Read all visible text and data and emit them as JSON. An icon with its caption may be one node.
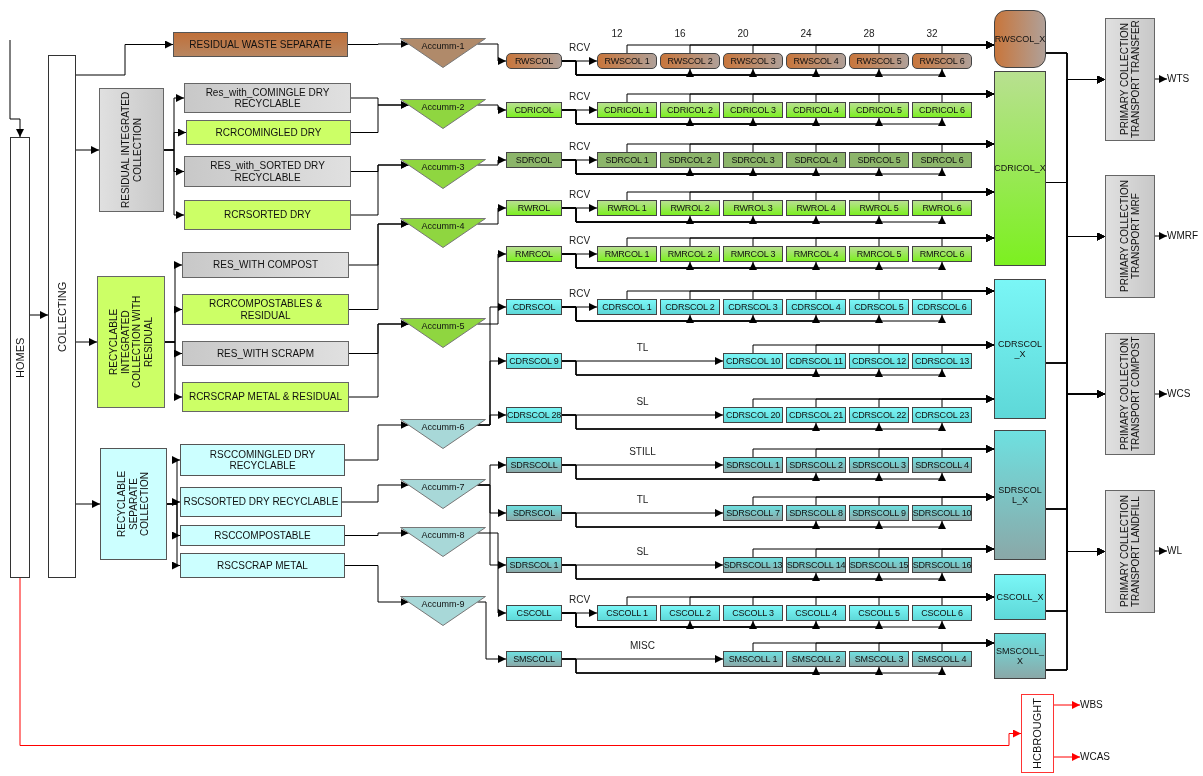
{
  "diagram": {
    "nodes": [
      {
        "text": [
          "HOMES"
        ]
      },
      {
        "text": [
          "COLLECTING"
        ]
      },
      {
        "text": [
          "RESIDUAL WASTE SEPARATE"
        ]
      },
      {
        "text": [
          "RESIDUAL INTEGRATED COLLECTION"
        ]
      },
      {
        "text": [
          "Res_with_COMINGLE DRY RECYCLABLE"
        ]
      },
      {
        "text": [
          "RCRCOMINGLED DRY"
        ]
      },
      {
        "text": [
          "RES_with_SORTED DRY RECYCLABLE"
        ]
      },
      {
        "text": [
          "RCRSORTED DRY"
        ]
      },
      {
        "text": [
          "RECYCLABLE INTEGRATED COLLECTION WITH RESIDUAL"
        ]
      },
      {
        "text": [
          "RES_WITH COMPOST"
        ]
      },
      {
        "text": [
          "RCRCOMPOSTABLES & RESIDUAL"
        ]
      },
      {
        "text": [
          "RES_WITH SCRAPM"
        ]
      },
      {
        "text": [
          "RCRSCRAP METAL & RESIDUAL"
        ]
      },
      {
        "text": [
          "RECYCLABLE SEPARATE COLLECTION"
        ]
      },
      {
        "text": [
          "RSCCOMINGLED DRY RECYCLABLE"
        ]
      },
      {
        "text": [
          "RSCSORTED DRY RECYCLABLE"
        ]
      },
      {
        "text": [
          "RSCCOMPOSTABLE"
        ]
      },
      {
        "text": [
          "RSCSCRAP METAL"
        ]
      },
      {
        "text": [
          "Accumm-1"
        ]
      },
      {
        "text": [
          "Accumm-2"
        ]
      },
      {
        "text": [
          "Accumm-3"
        ]
      },
      {
        "text": [
          "Accumm-4"
        ]
      },
      {
        "text": [
          "Accumm-5"
        ]
      },
      {
        "text": [
          "Accumm-6"
        ]
      },
      {
        "text": [
          "Accumm-7"
        ]
      },
      {
        "text": [
          "Accumm-8"
        ]
      },
      {
        "text": [
          "Accumm-9"
        ]
      },
      {
        "text": [
          "RWSCOL"
        ]
      },
      {
        "text": [
          "RWSCOL 1"
        ]
      },
      {
        "text": [
          "RWSCOL 2"
        ]
      },
      {
        "text": [
          "RWSCOL 3"
        ]
      },
      {
        "text": [
          "RWSCOL 4"
        ]
      },
      {
        "text": [
          "RWSCOL 5"
        ]
      },
      {
        "text": [
          "RWSCOL 6"
        ]
      },
      {
        "text": [
          "CDRICOL"
        ]
      },
      {
        "text": [
          "CDRICOL 1"
        ]
      },
      {
        "text": [
          "CDRICOL 2"
        ]
      },
      {
        "text": [
          "CDRICOL 3"
        ]
      },
      {
        "text": [
          "CDRICOL 4"
        ]
      },
      {
        "text": [
          "CDRICOL 5"
        ]
      },
      {
        "text": [
          "CDRICOL 6"
        ]
      },
      {
        "text": [
          "SDRCOL"
        ]
      },
      {
        "text": [
          "SDRCOL 1"
        ]
      },
      {
        "text": [
          "SDRCOL 2"
        ]
      },
      {
        "text": [
          "SDRCOL 3"
        ]
      },
      {
        "text": [
          "SDRCOL 4"
        ]
      },
      {
        "text": [
          "SDRCOL 5"
        ]
      },
      {
        "text": [
          "SDRCOL 6"
        ]
      },
      {
        "text": [
          "RWROL"
        ]
      },
      {
        "text": [
          "RWROL 1"
        ]
      },
      {
        "text": [
          "RWROL 2"
        ]
      },
      {
        "text": [
          "RWROL 3"
        ]
      },
      {
        "text": [
          "RWROL 4"
        ]
      },
      {
        "text": [
          "RWROL 5"
        ]
      },
      {
        "text": [
          "RWROL 6"
        ]
      },
      {
        "text": [
          "RMRCOL"
        ]
      },
      {
        "text": [
          "RMRCOL 1"
        ]
      },
      {
        "text": [
          "RMRCOL 2"
        ]
      },
      {
        "text": [
          "RMRCOL 3"
        ]
      },
      {
        "text": [
          "RMRCOL 4"
        ]
      },
      {
        "text": [
          "RMRCOL 5"
        ]
      },
      {
        "text": [
          "RMRCOL 6"
        ]
      },
      {
        "text": [
          "CDRSCOL"
        ]
      },
      {
        "text": [
          "CDRSCOL 1"
        ]
      },
      {
        "text": [
          "CDRSCOL 2"
        ]
      },
      {
        "text": [
          "CDRSCOL 3"
        ]
      },
      {
        "text": [
          "CDRSCOL 4"
        ]
      },
      {
        "text": [
          "CDRSCOL 5"
        ]
      },
      {
        "text": [
          "CDRSCOL 6"
        ]
      },
      {
        "text": [
          "CDRSCOL 9"
        ]
      },
      {
        "text": [
          "CDRSCOL 10"
        ]
      },
      {
        "text": [
          "CDRSCOL 11"
        ]
      },
      {
        "text": [
          "CDRSCOL 12"
        ]
      },
      {
        "text": [
          "CDRSCOL 13"
        ]
      },
      {
        "text": [
          "CDRSCOL 28"
        ]
      },
      {
        "text": [
          "CDRSCOL 20"
        ]
      },
      {
        "text": [
          "CDRSCOL 21"
        ]
      },
      {
        "text": [
          "CDRSCOL 22"
        ]
      },
      {
        "text": [
          "CDRSCOL 23"
        ]
      },
      {
        "text": [
          "SDRSCOLL"
        ]
      },
      {
        "text": [
          "SDRSCOLL 1"
        ]
      },
      {
        "text": [
          "SDRSCOLL 2"
        ]
      },
      {
        "text": [
          "SDRSCOLL 3"
        ]
      },
      {
        "text": [
          "SDRSCOLL 4"
        ]
      },
      {
        "text": [
          "SDRSCOL"
        ]
      },
      {
        "text": [
          "SDRSCOLL 7"
        ]
      },
      {
        "text": [
          "SDRSCOLL 8"
        ]
      },
      {
        "text": [
          "SDRSCOLL 9"
        ]
      },
      {
        "text": [
          "SDRSCOLL 10"
        ]
      },
      {
        "text": [
          "SDRSCOL 1"
        ]
      },
      {
        "text": [
          "SDRSCOLL 13"
        ]
      },
      {
        "text": [
          "SDRSCOLL 14"
        ]
      },
      {
        "text": [
          "SDRSCOLL 15"
        ]
      },
      {
        "text": [
          "SDRSCOLL 16"
        ]
      },
      {
        "text": [
          "CSCOLL"
        ]
      },
      {
        "text": [
          "CSCOLL 1"
        ]
      },
      {
        "text": [
          "CSCOLL 2"
        ]
      },
      {
        "text": [
          "CSCOLL 3"
        ]
      },
      {
        "text": [
          "CSCOLL 4"
        ]
      },
      {
        "text": [
          "CSCOLL 5"
        ]
      },
      {
        "text": [
          "CSCOLL 6"
        ]
      },
      {
        "text": [
          "SMSCOLL"
        ]
      },
      {
        "text": [
          "SMSCOLL 1"
        ]
      },
      {
        "text": [
          "SMSCOLL 2"
        ]
      },
      {
        "text": [
          "SMSCOLL 3"
        ]
      },
      {
        "text": [
          "SMSCOLL 4"
        ]
      },
      {
        "text": [
          "RWSCOL_X"
        ]
      },
      {
        "text": [
          "CDRICOL_X"
        ]
      },
      {
        "text": [
          "CDRSCOL _X"
        ]
      },
      {
        "text": [
          "SDRSCOL L_X"
        ]
      },
      {
        "text": [
          "CSCOLL_X"
        ]
      },
      {
        "text": [
          "SMSCOLL_ X"
        ]
      },
      {
        "text": [
          "PRIMARY COLLECTION TRANSPORT TRANSFER"
        ]
      },
      {
        "text": [
          "PRIMARY COLLECTION TRANSPORT MRF"
        ]
      },
      {
        "text": [
          "PRIMARY COLLECTION TRANSPORT COMPOST"
        ]
      },
      {
        "text": [
          "PRIMARY COLLECTION TRANSPORT LANDFILL"
        ]
      },
      {
        "text": [
          "WTS"
        ]
      },
      {
        "text": [
          "WMRF"
        ]
      },
      {
        "text": [
          "WCS"
        ]
      },
      {
        "text": [
          "WL"
        ]
      },
      {
        "text": [
          "HCBROUGHT"
        ]
      },
      {
        "text": [
          "WBS"
        ]
      },
      {
        "text": [
          "WCAS"
        ]
      }
    ],
    "edges": [
      {
        "from": null,
        "to": 0,
        "arrow": "to"
      },
      {
        "from": 0,
        "to": 1,
        "arrow": "to"
      },
      {
        "from": 1,
        "to": 2,
        "arrow": "to"
      },
      {
        "from": 1,
        "to": 3,
        "arrow": "to"
      },
      {
        "from": 1,
        "to": 8,
        "arrow": "to"
      },
      {
        "from": 1,
        "to": 13,
        "arrow": "to"
      },
      {
        "from": 3,
        "to": 4,
        "arrow": "to"
      },
      {
        "from": 3,
        "to": 5,
        "arrow": "to"
      },
      {
        "from": 3,
        "to": 6,
        "arrow": "to"
      },
      {
        "from": 3,
        "to": 7,
        "arrow": "to"
      },
      {
        "from": 8,
        "to": 9,
        "arrow": "to"
      },
      {
        "from": 8,
        "to": 10,
        "arrow": "to"
      },
      {
        "from": 8,
        "to": 11,
        "arrow": "to"
      },
      {
        "from": 8,
        "to": 12,
        "arrow": "to"
      },
      {
        "from": 13,
        "to": 14,
        "arrow": "to"
      },
      {
        "from": 13,
        "to": 15,
        "arrow": "to"
      },
      {
        "from": 13,
        "to": 16,
        "arrow": "to"
      },
      {
        "from": 13,
        "to": 17,
        "arrow": "to"
      },
      {
        "from": 2,
        "to": 18,
        "arrow": "to"
      },
      {
        "from": 4,
        "to": 19,
        "arrow": "to"
      },
      {
        "from": 5,
        "to": 19,
        "arrow": "to"
      },
      {
        "from": 6,
        "to": 20,
        "arrow": "to"
      },
      {
        "from": 7,
        "to": 20,
        "arrow": "to"
      },
      {
        "from": 9,
        "to": 21,
        "arrow": "to"
      },
      {
        "from": 10,
        "to": 21,
        "arrow": "to"
      },
      {
        "from": 11,
        "to": 22,
        "arrow": "to"
      },
      {
        "from": 12,
        "to": 22,
        "arrow": "to"
      },
      {
        "from": 14,
        "to": 23,
        "arrow": "to"
      },
      {
        "from": 15,
        "to": 24,
        "arrow": "to"
      },
      {
        "from": 16,
        "to": 25,
        "arrow": "to"
      },
      {
        "from": 17,
        "to": 26,
        "arrow": "to"
      },
      {
        "from": 18,
        "to": 27,
        "arrow": "to"
      },
      {
        "from": 19,
        "to": 34,
        "arrow": "to"
      },
      {
        "from": 20,
        "to": 41,
        "arrow": "to"
      },
      {
        "from": 21,
        "to": 48,
        "arrow": "to"
      },
      {
        "from": 22,
        "to": 55,
        "arrow": "to"
      },
      {
        "from": 23,
        "to": 62,
        "arrow": "to"
      },
      {
        "from": 23,
        "to": 69,
        "arrow": "to"
      },
      {
        "from": 23,
        "to": 74,
        "arrow": "to"
      },
      {
        "from": 24,
        "to": 79,
        "arrow": "to"
      },
      {
        "from": 24,
        "to": 84,
        "arrow": "to"
      },
      {
        "from": 24,
        "to": 89,
        "arrow": "to"
      },
      {
        "from": 25,
        "to": 94,
        "arrow": "to"
      },
      {
        "from": 26,
        "to": 101,
        "arrow": "to"
      },
      {
        "from": 27,
        "to": 28,
        "arrow": "to",
        "label": "RCV"
      },
      {
        "from": 27,
        "to": 29,
        "arrow": "to"
      },
      {
        "from": 27,
        "to": 30,
        "arrow": "to"
      },
      {
        "from": 27,
        "to": 31,
        "arrow": "to"
      },
      {
        "from": 27,
        "to": 32,
        "arrow": "to"
      },
      {
        "from": 27,
        "to": 33,
        "arrow": "to"
      },
      {
        "from": 28,
        "to": 106,
        "arrow": "to",
        "label": "12"
      },
      {
        "from": 29,
        "to": 106,
        "arrow": "to",
        "label": "16"
      },
      {
        "from": 30,
        "to": 106,
        "arrow": "to",
        "label": "20"
      },
      {
        "from": 31,
        "to": 106,
        "arrow": "to",
        "label": "24"
      },
      {
        "from": 32,
        "to": 106,
        "arrow": "to",
        "label": "28"
      },
      {
        "from": 33,
        "to": 106,
        "arrow": "to",
        "label": "32"
      },
      {
        "from": 34,
        "to": 35,
        "arrow": "to",
        "label": "RCV"
      },
      {
        "from": 34,
        "to": 36,
        "arrow": "to"
      },
      {
        "from": 34,
        "to": 37,
        "arrow": "to"
      },
      {
        "from": 34,
        "to": 38,
        "arrow": "to"
      },
      {
        "from": 34,
        "to": 39,
        "arrow": "to"
      },
      {
        "from": 34,
        "to": 40,
        "arrow": "to"
      },
      {
        "from": 35,
        "to": 107,
        "arrow": "to"
      },
      {
        "from": 36,
        "to": 107,
        "arrow": "to"
      },
      {
        "from": 37,
        "to": 107,
        "arrow": "to"
      },
      {
        "from": 38,
        "to": 107,
        "arrow": "to"
      },
      {
        "from": 39,
        "to": 107,
        "arrow": "to"
      },
      {
        "from": 40,
        "to": 107,
        "arrow": "to"
      },
      {
        "from": 41,
        "to": 42,
        "arrow": "to",
        "label": "RCV"
      },
      {
        "from": 41,
        "to": 43,
        "arrow": "to"
      },
      {
        "from": 41,
        "to": 44,
        "arrow": "to"
      },
      {
        "from": 41,
        "to": 45,
        "arrow": "to"
      },
      {
        "from": 41,
        "to": 46,
        "arrow": "to"
      },
      {
        "from": 41,
        "to": 47,
        "arrow": "to"
      },
      {
        "from": 42,
        "to": 107,
        "arrow": "to"
      },
      {
        "from": 43,
        "to": 107,
        "arrow": "to"
      },
      {
        "from": 44,
        "to": 107,
        "arrow": "to"
      },
      {
        "from": 45,
        "to": 107,
        "arrow": "to"
      },
      {
        "from": 46,
        "to": 107,
        "arrow": "to"
      },
      {
        "from": 47,
        "to": 107,
        "arrow": "to"
      },
      {
        "from": 48,
        "to": 49,
        "arrow": "to",
        "label": "RCV"
      },
      {
        "from": 48,
        "to": 50,
        "arrow": "to"
      },
      {
        "from": 48,
        "to": 51,
        "arrow": "to"
      },
      {
        "from": 48,
        "to": 52,
        "arrow": "to"
      },
      {
        "from": 48,
        "to": 53,
        "arrow": "to"
      },
      {
        "from": 48,
        "to": 54,
        "arrow": "to"
      },
      {
        "from": 49,
        "to": 107,
        "arrow": "to"
      },
      {
        "from": 50,
        "to": 107,
        "arrow": "to"
      },
      {
        "from": 51,
        "to": 107,
        "arrow": "to"
      },
      {
        "from": 52,
        "to": 107,
        "arrow": "to"
      },
      {
        "from": 53,
        "to": 107,
        "arrow": "to"
      },
      {
        "from": 54,
        "to": 107,
        "arrow": "to"
      },
      {
        "from": 55,
        "to": 56,
        "arrow": "to",
        "label": "RCV"
      },
      {
        "from": 55,
        "to": 57,
        "arrow": "to"
      },
      {
        "from": 55,
        "to": 58,
        "arrow": "to"
      },
      {
        "from": 55,
        "to": 59,
        "arrow": "to"
      },
      {
        "from": 55,
        "to": 60,
        "arrow": "to"
      },
      {
        "from": 55,
        "to": 61,
        "arrow": "to"
      },
      {
        "from": 56,
        "to": 107,
        "arrow": "to"
      },
      {
        "from": 57,
        "to": 107,
        "arrow": "to"
      },
      {
        "from": 58,
        "to": 107,
        "arrow": "to"
      },
      {
        "from": 59,
        "to": 107,
        "arrow": "to"
      },
      {
        "from": 60,
        "to": 107,
        "arrow": "to"
      },
      {
        "from": 61,
        "to": 107,
        "arrow": "to"
      },
      {
        "from": 62,
        "to": 63,
        "arrow": "to",
        "label": "RCV"
      },
      {
        "from": 62,
        "to": 64,
        "arrow": "to"
      },
      {
        "from": 62,
        "to": 65,
        "arrow": "to"
      },
      {
        "from": 62,
        "to": 66,
        "arrow": "to"
      },
      {
        "from": 62,
        "to": 67,
        "arrow": "to"
      },
      {
        "from": 62,
        "to": 68,
        "arrow": "to"
      },
      {
        "from": 63,
        "to": 108,
        "arrow": "to"
      },
      {
        "from": 64,
        "to": 108,
        "arrow": "to"
      },
      {
        "from": 65,
        "to": 108,
        "arrow": "to"
      },
      {
        "from": 66,
        "to": 108,
        "arrow": "to"
      },
      {
        "from": 67,
        "to": 108,
        "arrow": "to"
      },
      {
        "from": 68,
        "to": 108,
        "arrow": "to"
      },
      {
        "from": 69,
        "to": 70,
        "arrow": "to",
        "label": "TL"
      },
      {
        "from": 69,
        "to": 71,
        "arrow": "to"
      },
      {
        "from": 69,
        "to": 72,
        "arrow": "to"
      },
      {
        "from": 69,
        "to": 73,
        "arrow": "to"
      },
      {
        "from": 70,
        "to": 108,
        "arrow": "to"
      },
      {
        "from": 71,
        "to": 108,
        "arrow": "to"
      },
      {
        "from": 72,
        "to": 108,
        "arrow": "to"
      },
      {
        "from": 73,
        "to": 108,
        "arrow": "to"
      },
      {
        "from": 74,
        "to": 75,
        "arrow": "to",
        "label": "SL"
      },
      {
        "from": 74,
        "to": 76,
        "arrow": "to"
      },
      {
        "from": 74,
        "to": 77,
        "arrow": "to"
      },
      {
        "from": 74,
        "to": 78,
        "arrow": "to"
      },
      {
        "from": 75,
        "to": 108,
        "arrow": "to"
      },
      {
        "from": 76,
        "to": 108,
        "arrow": "to"
      },
      {
        "from": 77,
        "to": 108,
        "arrow": "to"
      },
      {
        "from": 78,
        "to": 108,
        "arrow": "to"
      },
      {
        "from": 79,
        "to": 80,
        "arrow": "to",
        "label": "STILL"
      },
      {
        "from": 79,
        "to": 81,
        "arrow": "to"
      },
      {
        "from": 79,
        "to": 82,
        "arrow": "to"
      },
      {
        "from": 79,
        "to": 83,
        "arrow": "to"
      },
      {
        "from": 80,
        "to": 109,
        "arrow": "to"
      },
      {
        "from": 81,
        "to": 109,
        "arrow": "to"
      },
      {
        "from": 82,
        "to": 109,
        "arrow": "to"
      },
      {
        "from": 83,
        "to": 109,
        "arrow": "to"
      },
      {
        "from": 84,
        "to": 85,
        "arrow": "to",
        "label": "TL"
      },
      {
        "from": 84,
        "to": 86,
        "arrow": "to"
      },
      {
        "from": 84,
        "to": 87,
        "arrow": "to"
      },
      {
        "from": 84,
        "to": 88,
        "arrow": "to"
      },
      {
        "from": 85,
        "to": 109,
        "arrow": "to"
      },
      {
        "from": 86,
        "to": 109,
        "arrow": "to"
      },
      {
        "from": 87,
        "to": 109,
        "arrow": "to"
      },
      {
        "from": 88,
        "to": 109,
        "arrow": "to"
      },
      {
        "from": 89,
        "to": 90,
        "arrow": "to",
        "label": "SL"
      },
      {
        "from": 89,
        "to": 91,
        "arrow": "to"
      },
      {
        "from": 89,
        "to": 92,
        "arrow": "to"
      },
      {
        "from": 89,
        "to": 93,
        "arrow": "to"
      },
      {
        "from": 90,
        "to": 109,
        "arrow": "to"
      },
      {
        "from": 91,
        "to": 109,
        "arrow": "to"
      },
      {
        "from": 92,
        "to": 109,
        "arrow": "to"
      },
      {
        "from": 93,
        "to": 109,
        "arrow": "to"
      },
      {
        "from": 94,
        "to": 95,
        "arrow": "to",
        "label": "RCV"
      },
      {
        "from": 94,
        "to": 96,
        "arrow": "to"
      },
      {
        "from": 94,
        "to": 97,
        "arrow": "to"
      },
      {
        "from": 94,
        "to": 98,
        "arrow": "to"
      },
      {
        "from": 94,
        "to": 99,
        "arrow": "to"
      },
      {
        "from": 94,
        "to": 100,
        "arrow": "to"
      },
      {
        "from": 95,
        "to": 110,
        "arrow": "to"
      },
      {
        "from": 96,
        "to": 110,
        "arrow": "to"
      },
      {
        "from": 97,
        "to": 110,
        "arrow": "to"
      },
      {
        "from": 98,
        "to": 110,
        "arrow": "to"
      },
      {
        "from": 99,
        "to": 110,
        "arrow": "to"
      },
      {
        "from": 100,
        "to": 110,
        "arrow": "to"
      },
      {
        "from": 101,
        "to": 102,
        "arrow": "to",
        "label": "MISC"
      },
      {
        "from": 101,
        "to": 103,
        "arrow": "to"
      },
      {
        "from": 101,
        "to": 104,
        "arrow": "to"
      },
      {
        "from": 101,
        "to": 105,
        "arrow": "to"
      },
      {
        "from": 102,
        "to": 111,
        "arrow": "to"
      },
      {
        "from": 103,
        "to": 111,
        "arrow": "to"
      },
      {
        "from": 104,
        "to": 111,
        "arrow": "to"
      },
      {
        "from": 105,
        "to": 111,
        "arrow": "to"
      },
      {
        "from": 106,
        "to": 112,
        "arrow": "to"
      },
      {
        "from": 106,
        "to": 113,
        "arrow": "to"
      },
      {
        "from": 106,
        "to": 114,
        "arrow": "to"
      },
      {
        "from": 106,
        "to": 115,
        "arrow": "to"
      },
      {
        "from": 107,
        "to": 112,
        "arrow": "to"
      },
      {
        "from": 107,
        "to": 113,
        "arrow": "to"
      },
      {
        "from": 107,
        "to": 114,
        "arrow": "to"
      },
      {
        "from": 107,
        "to": 115,
        "arrow": "to"
      },
      {
        "from": 108,
        "to": 112,
        "arrow": "to"
      },
      {
        "from": 108,
        "to": 113,
        "arrow": "to"
      },
      {
        "from": 108,
        "to": 114,
        "arrow": "to"
      },
      {
        "from": 108,
        "to": 115,
        "arrow": "to"
      },
      {
        "from": 109,
        "to": 112,
        "arrow": "to"
      },
      {
        "from": 109,
        "to": 113,
        "arrow": "to"
      },
      {
        "from": 109,
        "to": 114,
        "arrow": "to"
      },
      {
        "from": 109,
        "to": 115,
        "arrow": "to"
      },
      {
        "from": 110,
        "to": 112,
        "arrow": "to"
      },
      {
        "from": 110,
        "to": 113,
        "arrow": "to"
      },
      {
        "from": 110,
        "to": 114,
        "arrow": "to"
      },
      {
        "from": 110,
        "to": 115,
        "arrow": "to"
      },
      {
        "from": 111,
        "to": 112,
        "arrow": "to"
      },
      {
        "from": 111,
        "to": 113,
        "arrow": "to"
      },
      {
        "from": 111,
        "to": 114,
        "arrow": "to"
      },
      {
        "from": 111,
        "to": 115,
        "arrow": "to"
      },
      {
        "from": 112,
        "to": 116,
        "arrow": "to"
      },
      {
        "from": 113,
        "to": 117,
        "arrow": "to"
      },
      {
        "from": 114,
        "to": 118,
        "arrow": "to"
      },
      {
        "from": 115,
        "to": 119,
        "arrow": "to"
      },
      {
        "from": 0,
        "to": 120,
        "arrow": "to",
        "color": "#ff0000"
      },
      {
        "from": 120,
        "to": 121,
        "arrow": "to",
        "color": "#ff0000"
      },
      {
        "from": 120,
        "to": 122,
        "arrow": "to",
        "color": "#ff0000"
      }
    ]
  }
}
